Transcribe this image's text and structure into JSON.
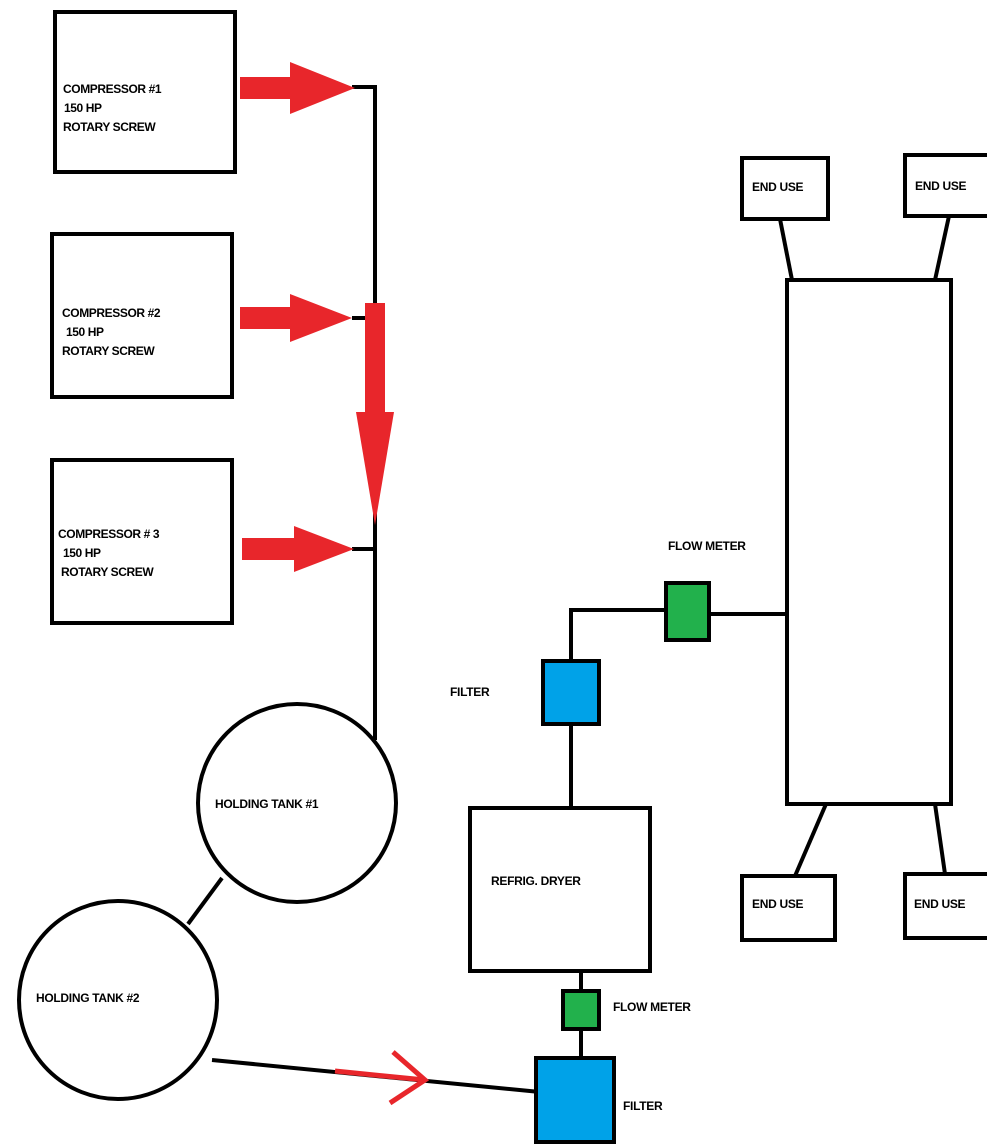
{
  "compressors": [
    {
      "name": "COMPRESSOR #1",
      "power": "150 HP",
      "type": "ROTARY SCREW"
    },
    {
      "name": "COMPRESSOR #2",
      "power": "150 HP",
      "type": "ROTARY SCREW"
    },
    {
      "name": "COMPRESSOR # 3",
      "power": "150 HP",
      "type": "ROTARY SCREW"
    }
  ],
  "tanks": [
    {
      "label": "HOLDING TANK #1"
    },
    {
      "label": "HOLDING TANK #2"
    }
  ],
  "dryer": {
    "label": "REFRIG. DRYER"
  },
  "flow_meters": [
    {
      "label": "FLOW METER"
    },
    {
      "label": "FLOW METER"
    }
  ],
  "filters": [
    {
      "label": "FILTER"
    },
    {
      "label": "FILTER"
    }
  ],
  "end_uses": [
    {
      "label": "END USE"
    },
    {
      "label": "END USE"
    },
    {
      "label": "END USE"
    },
    {
      "label": "END USE"
    }
  ],
  "colors": {
    "arrow": "#e8262b",
    "flow_meter": "#22b14c",
    "filter": "#00a2e8",
    "line": "#000000"
  }
}
